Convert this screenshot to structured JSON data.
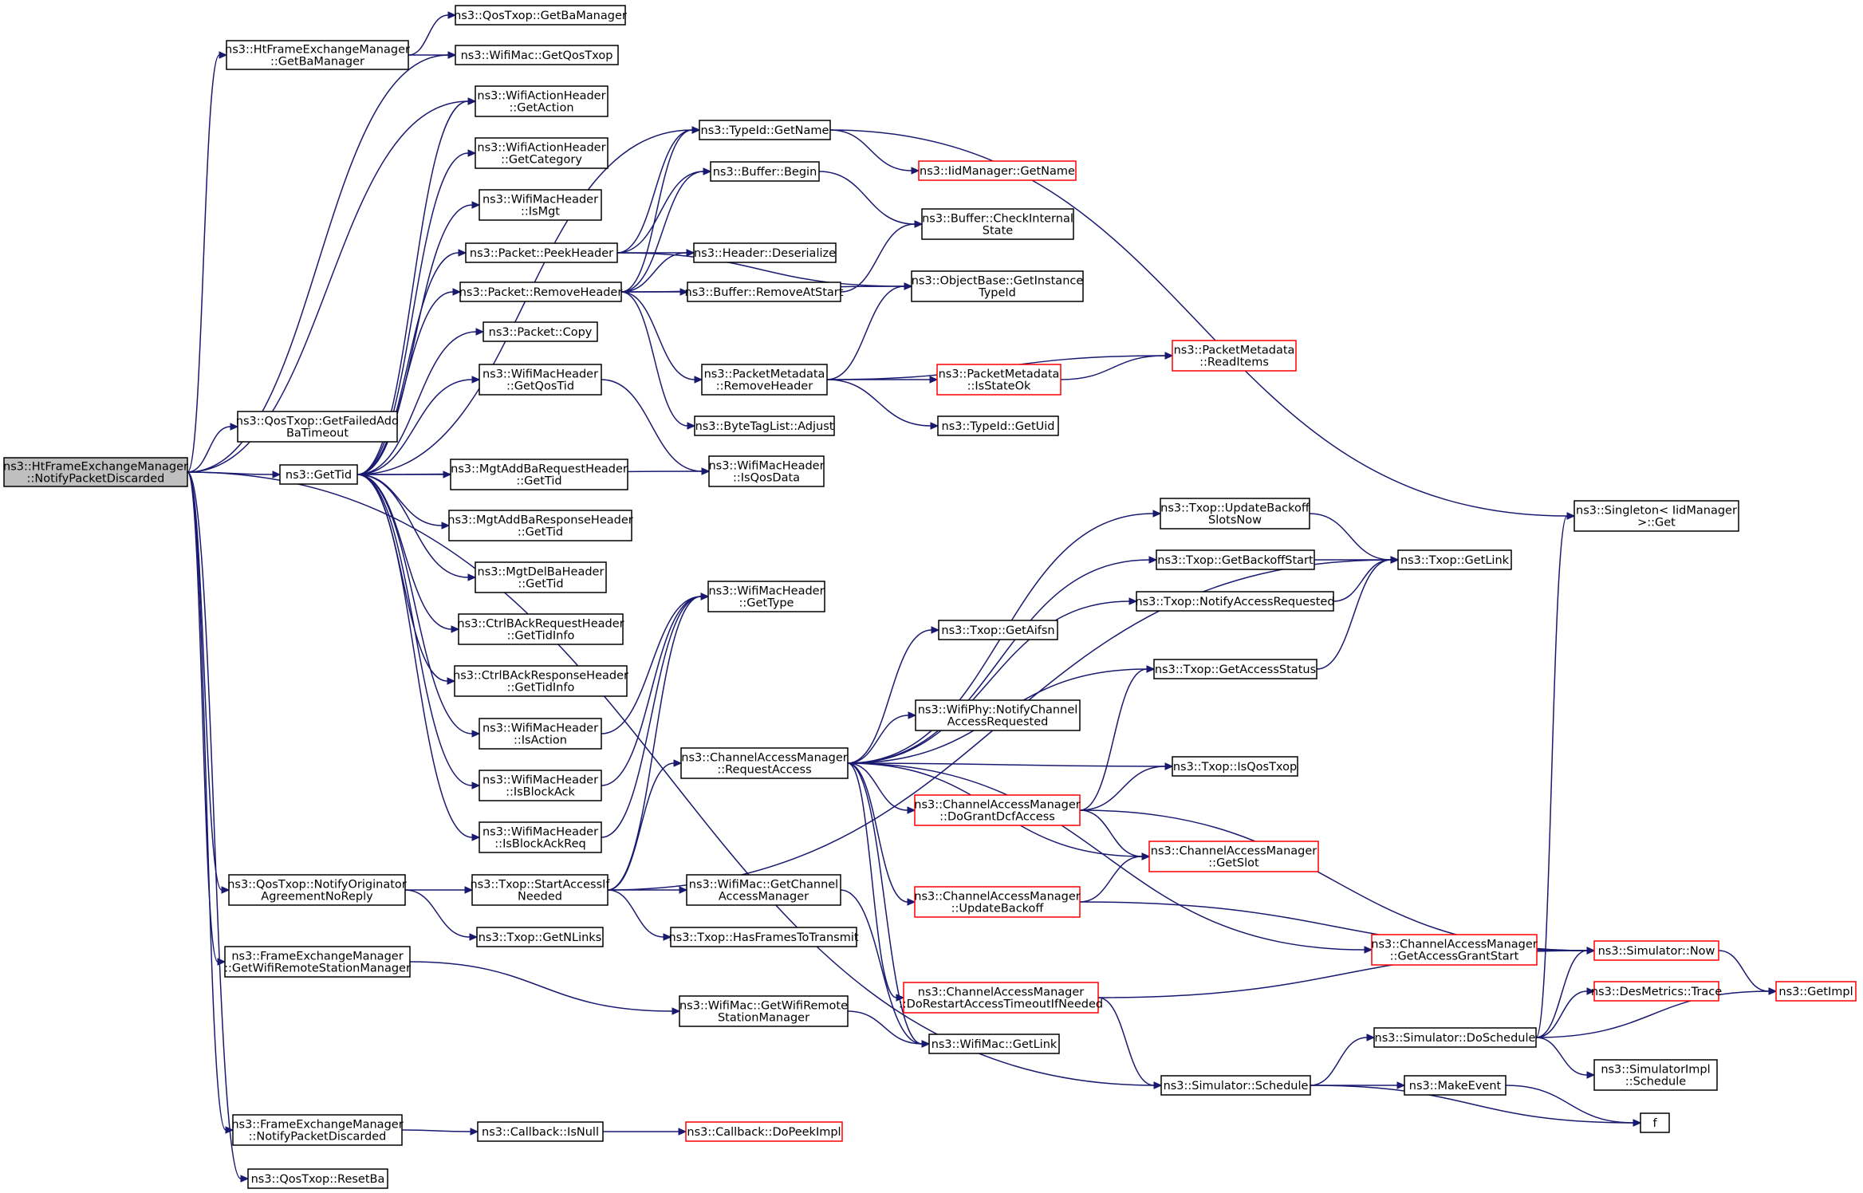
{
  "nodes": [
    {
      "id": "root",
      "lines": [
        "ns3::HtFrameExchangeManager",
        "::NotifyPacketDiscarded"
      ],
      "style": "root"
    },
    {
      "id": "htGetBa",
      "lines": [
        "ns3::HtFrameExchangeManager",
        "::GetBaManager"
      ]
    },
    {
      "id": "qosGetBa",
      "lines": [
        "ns3::QosTxop::GetBaManager"
      ]
    },
    {
      "id": "macGetQos",
      "lines": [
        "ns3::WifiMac::GetQosTxop"
      ]
    },
    {
      "id": "actGetAction",
      "lines": [
        "ns3::WifiActionHeader",
        "::GetAction"
      ]
    },
    {
      "id": "actGetCat",
      "lines": [
        "ns3::WifiActionHeader",
        "::GetCategory"
      ]
    },
    {
      "id": "isMgt",
      "lines": [
        "ns3::WifiMacHeader",
        "::IsMgt"
      ]
    },
    {
      "id": "peekHeader",
      "lines": [
        "ns3::Packet::PeekHeader"
      ]
    },
    {
      "id": "removeHeader",
      "lines": [
        "ns3::Packet::RemoveHeader"
      ]
    },
    {
      "id": "pktCopy",
      "lines": [
        "ns3::Packet::Copy"
      ]
    },
    {
      "id": "getQosTid",
      "lines": [
        "ns3::WifiMacHeader",
        "::GetQosTid"
      ]
    },
    {
      "id": "getFailedAdd",
      "lines": [
        "ns3::QosTxop::GetFailedAdd",
        "BaTimeout"
      ]
    },
    {
      "id": "getTid",
      "lines": [
        "ns3::GetTid"
      ]
    },
    {
      "id": "reqGetTid",
      "lines": [
        "ns3::MgtAddBaRequestHeader",
        "::GetTid"
      ]
    },
    {
      "id": "respGetTid",
      "lines": [
        "ns3::MgtAddBaResponseHeader",
        "::GetTid"
      ]
    },
    {
      "id": "delGetTid",
      "lines": [
        "ns3::MgtDelBaHeader",
        "::GetTid"
      ]
    },
    {
      "id": "ctrlReq",
      "lines": [
        "ns3::CtrlBAckRequestHeader",
        "::GetTidInfo"
      ]
    },
    {
      "id": "ctrlResp",
      "lines": [
        "ns3::CtrlBAckResponseHeader",
        "::GetTidInfo"
      ]
    },
    {
      "id": "isAction",
      "lines": [
        "ns3::WifiMacHeader",
        "::IsAction"
      ]
    },
    {
      "id": "isBlockAck",
      "lines": [
        "ns3::WifiMacHeader",
        "::IsBlockAck"
      ]
    },
    {
      "id": "isBlockAckReq",
      "lines": [
        "ns3::WifiMacHeader",
        "::IsBlockAckReq"
      ]
    },
    {
      "id": "notifyOrig",
      "lines": [
        "ns3::QosTxop::NotifyOriginator",
        "AgreementNoReply"
      ]
    },
    {
      "id": "getWrsm",
      "lines": [
        "ns3::FrameExchangeManager",
        "::GetWifiRemoteStationManager"
      ]
    },
    {
      "id": "femNotify",
      "lines": [
        "ns3::FrameExchangeManager",
        "::NotifyPacketDiscarded"
      ]
    },
    {
      "id": "resetBa",
      "lines": [
        "ns3::QosTxop::ResetBa"
      ]
    },
    {
      "id": "typeIdGetName",
      "lines": [
        "ns3::TypeId::GetName"
      ]
    },
    {
      "id": "iidGetName",
      "lines": [
        "ns3::IidManager::GetName"
      ],
      "style": "red"
    },
    {
      "id": "bufBegin",
      "lines": [
        "ns3::Buffer::Begin"
      ]
    },
    {
      "id": "bufCheck",
      "lines": [
        "ns3::Buffer::CheckInternal",
        "State"
      ]
    },
    {
      "id": "hdrDeser",
      "lines": [
        "ns3::Header::Deserialize"
      ]
    },
    {
      "id": "bufRemove",
      "lines": [
        "ns3::Buffer::RemoveAtStart"
      ]
    },
    {
      "id": "objGetInst",
      "lines": [
        "ns3::ObjectBase::GetInstance",
        "TypeId"
      ]
    },
    {
      "id": "pmRemove",
      "lines": [
        "ns3::PacketMetadata",
        "::RemoveHeader"
      ]
    },
    {
      "id": "pmReadItems",
      "lines": [
        "ns3::PacketMetadata",
        "::ReadItems"
      ],
      "style": "red"
    },
    {
      "id": "pmIsStateOk",
      "lines": [
        "ns3::PacketMetadata",
        "::IsStateOk"
      ],
      "style": "red"
    },
    {
      "id": "typeIdGetUid",
      "lines": [
        "ns3::TypeId::GetUid"
      ]
    },
    {
      "id": "btlAdjust",
      "lines": [
        "ns3::ByteTagList::Adjust"
      ]
    },
    {
      "id": "isQosData",
      "lines": [
        "ns3::WifiMacHeader",
        "::IsQosData"
      ]
    },
    {
      "id": "singletonGet",
      "lines": [
        "ns3::Singleton< IidManager",
        ">::Get"
      ]
    },
    {
      "id": "getType",
      "lines": [
        "ns3::WifiMacHeader",
        "::GetType"
      ]
    },
    {
      "id": "updBackoffSlots",
      "lines": [
        "ns3::Txop::UpdateBackoff",
        "SlotsNow"
      ]
    },
    {
      "id": "getBackoffStart",
      "lines": [
        "ns3::Txop::GetBackoffStart"
      ]
    },
    {
      "id": "notifyAccReq",
      "lines": [
        "ns3::Txop::NotifyAccessRequested"
      ]
    },
    {
      "id": "txopGetLink",
      "lines": [
        "ns3::Txop::GetLink"
      ]
    },
    {
      "id": "getAifsn",
      "lines": [
        "ns3::Txop::GetAifsn"
      ]
    },
    {
      "id": "getAccessStatus",
      "lines": [
        "ns3::Txop::GetAccessStatus"
      ]
    },
    {
      "id": "phyNotify",
      "lines": [
        "ns3::WifiPhy::NotifyChannel",
        "AccessRequested"
      ]
    },
    {
      "id": "camReq",
      "lines": [
        "ns3::ChannelAccessManager",
        "::RequestAccess"
      ]
    },
    {
      "id": "isQosTxop",
      "lines": [
        "ns3::Txop::IsQosTxop"
      ]
    },
    {
      "id": "doGrant",
      "lines": [
        "ns3::ChannelAccessManager",
        "::DoGrantDcfAccess"
      ],
      "style": "red"
    },
    {
      "id": "getSlot",
      "lines": [
        "ns3::ChannelAccessManager",
        "::GetSlot"
      ],
      "style": "red"
    },
    {
      "id": "updBackoff",
      "lines": [
        "ns3::ChannelAccessManager",
        "::UpdateBackoff"
      ],
      "style": "red"
    },
    {
      "id": "startAccess",
      "lines": [
        "ns3::Txop::StartAccessIf",
        "Needed"
      ]
    },
    {
      "id": "macGetCam",
      "lines": [
        "ns3::WifiMac::GetChannel",
        "AccessManager"
      ]
    },
    {
      "id": "getNLinks",
      "lines": [
        "ns3::Txop::GetNLinks"
      ]
    },
    {
      "id": "hasFrames",
      "lines": [
        "ns3::Txop::HasFramesToTransmit"
      ]
    },
    {
      "id": "getGrantStart",
      "lines": [
        "ns3::ChannelAccessManager",
        "::GetAccessGrantStart"
      ],
      "style": "red"
    },
    {
      "id": "simNow",
      "lines": [
        "ns3::Simulator::Now"
      ],
      "style": "red"
    },
    {
      "id": "doRestart",
      "lines": [
        "ns3::ChannelAccessManager",
        "::DoRestartAccessTimeoutIfNeeded"
      ],
      "style": "red"
    },
    {
      "id": "macGetWrsm",
      "lines": [
        "ns3::WifiMac::GetWifiRemote",
        "StationManager"
      ]
    },
    {
      "id": "macGetLink",
      "lines": [
        "ns3::WifiMac::GetLink"
      ]
    },
    {
      "id": "desTrace",
      "lines": [
        "ns3::DesMetrics::Trace"
      ],
      "style": "red"
    },
    {
      "id": "getImpl",
      "lines": [
        "ns3::GetImpl"
      ],
      "style": "red"
    },
    {
      "id": "doSchedule",
      "lines": [
        "ns3::Simulator::DoSchedule"
      ]
    },
    {
      "id": "implSchedule",
      "lines": [
        "ns3::SimulatorImpl",
        "::Schedule"
      ]
    },
    {
      "id": "simSchedule",
      "lines": [
        "ns3::Simulator::Schedule"
      ]
    },
    {
      "id": "makeEvent",
      "lines": [
        "ns3::MakeEvent"
      ]
    },
    {
      "id": "f",
      "lines": [
        "f"
      ]
    },
    {
      "id": "cbIsNull",
      "lines": [
        "ns3::Callback::IsNull"
      ]
    },
    {
      "id": "cbDoPeek",
      "lines": [
        "ns3::Callback::DoPeekImpl"
      ],
      "style": "red"
    }
  ],
  "edges": [
    [
      "root",
      "htGetBa"
    ],
    [
      "root",
      "macGetQos"
    ],
    [
      "root",
      "actGetAction"
    ],
    [
      "root",
      "getFailedAdd"
    ],
    [
      "root",
      "getTid"
    ],
    [
      "root",
      "notifyOrig"
    ],
    [
      "root",
      "getWrsm"
    ],
    [
      "root",
      "simSchedule"
    ],
    [
      "root",
      "femNotify"
    ],
    [
      "root",
      "resetBa"
    ],
    [
      "htGetBa",
      "qosGetBa"
    ],
    [
      "htGetBa",
      "macGetQos"
    ],
    [
      "getTid",
      "actGetAction"
    ],
    [
      "getTid",
      "actGetCat"
    ],
    [
      "getTid",
      "isMgt"
    ],
    [
      "getTid",
      "peekHeader"
    ],
    [
      "getTid",
      "removeHeader"
    ],
    [
      "getTid",
      "pktCopy"
    ],
    [
      "getTid",
      "getQosTid"
    ],
    [
      "getTid",
      "isQosData"
    ],
    [
      "getTid",
      "reqGetTid"
    ],
    [
      "getTid",
      "respGetTid"
    ],
    [
      "getTid",
      "delGetTid"
    ],
    [
      "getTid",
      "ctrlReq"
    ],
    [
      "getTid",
      "ctrlResp"
    ],
    [
      "getTid",
      "isAction"
    ],
    [
      "getTid",
      "isBlockAck"
    ],
    [
      "getTid",
      "isBlockAckReq"
    ],
    [
      "getTid",
      "typeIdGetName"
    ],
    [
      "peekHeader",
      "typeIdGetName"
    ],
    [
      "peekHeader",
      "bufBegin"
    ],
    [
      "peekHeader",
      "hdrDeser"
    ],
    [
      "peekHeader",
      "objGetInst"
    ],
    [
      "removeHeader",
      "typeIdGetName"
    ],
    [
      "removeHeader",
      "bufBegin"
    ],
    [
      "removeHeader",
      "hdrDeser"
    ],
    [
      "removeHeader",
      "bufRemove"
    ],
    [
      "removeHeader",
      "objGetInst"
    ],
    [
      "removeHeader",
      "pmRemove"
    ],
    [
      "removeHeader",
      "btlAdjust"
    ],
    [
      "typeIdGetName",
      "iidGetName"
    ],
    [
      "typeIdGetName",
      "singletonGet"
    ],
    [
      "bufBegin",
      "bufCheck"
    ],
    [
      "bufRemove",
      "bufCheck"
    ],
    [
      "pmRemove",
      "pmReadItems"
    ],
    [
      "pmRemove",
      "pmIsStateOk"
    ],
    [
      "pmRemove",
      "typeIdGetUid"
    ],
    [
      "pmRemove",
      "objGetInst"
    ],
    [
      "pmIsStateOk",
      "pmReadItems"
    ],
    [
      "getQosTid",
      "isQosData"
    ],
    [
      "isAction",
      "getType"
    ],
    [
      "isBlockAck",
      "getType"
    ],
    [
      "isBlockAckReq",
      "getType"
    ],
    [
      "notifyOrig",
      "startAccess"
    ],
    [
      "notifyOrig",
      "getNLinks"
    ],
    [
      "startAccess",
      "camReq"
    ],
    [
      "startAccess",
      "macGetCam"
    ],
    [
      "startAccess",
      "hasFrames"
    ],
    [
      "startAccess",
      "getType"
    ],
    [
      "startAccess",
      "txopGetLink"
    ],
    [
      "camReq",
      "updBackoffSlots"
    ],
    [
      "camReq",
      "getBackoffStart"
    ],
    [
      "camReq",
      "notifyAccReq"
    ],
    [
      "camReq",
      "getAifsn"
    ],
    [
      "camReq",
      "getAccessStatus"
    ],
    [
      "camReq",
      "phyNotify"
    ],
    [
      "camReq",
      "isQosTxop"
    ],
    [
      "camReq",
      "doGrant"
    ],
    [
      "camReq",
      "getSlot"
    ],
    [
      "camReq",
      "updBackoff"
    ],
    [
      "camReq",
      "getGrantStart"
    ],
    [
      "camReq",
      "doRestart"
    ],
    [
      "camReq",
      "macGetLink"
    ],
    [
      "updBackoffSlots",
      "txopGetLink"
    ],
    [
      "getBackoffStart",
      "txopGetLink"
    ],
    [
      "notifyAccReq",
      "txopGetLink"
    ],
    [
      "getAccessStatus",
      "txopGetLink"
    ],
    [
      "doGrant",
      "getAccessStatus"
    ],
    [
      "doGrant",
      "isQosTxop"
    ],
    [
      "doGrant",
      "getSlot"
    ],
    [
      "doGrant",
      "simNow"
    ],
    [
      "updBackoff",
      "getSlot"
    ],
    [
      "updBackoff",
      "simNow"
    ],
    [
      "getGrantStart",
      "simNow"
    ],
    [
      "doRestart",
      "simNow"
    ],
    [
      "doRestart",
      "simSchedule"
    ],
    [
      "macGetCam",
      "macGetLink"
    ],
    [
      "getWrsm",
      "macGetWrsm"
    ],
    [
      "macGetWrsm",
      "macGetLink"
    ],
    [
      "simSchedule",
      "doSchedule"
    ],
    [
      "simSchedule",
      "makeEvent"
    ],
    [
      "simSchedule",
      "f"
    ],
    [
      "makeEvent",
      "f"
    ],
    [
      "doSchedule",
      "singletonGet"
    ],
    [
      "doSchedule",
      "simNow"
    ],
    [
      "doSchedule",
      "desTrace"
    ],
    [
      "doSchedule",
      "getImpl"
    ],
    [
      "doSchedule",
      "implSchedule"
    ],
    [
      "simNow",
      "getImpl"
    ],
    [
      "femNotify",
      "cbIsNull"
    ],
    [
      "cbIsNull",
      "cbDoPeek"
    ]
  ]
}
